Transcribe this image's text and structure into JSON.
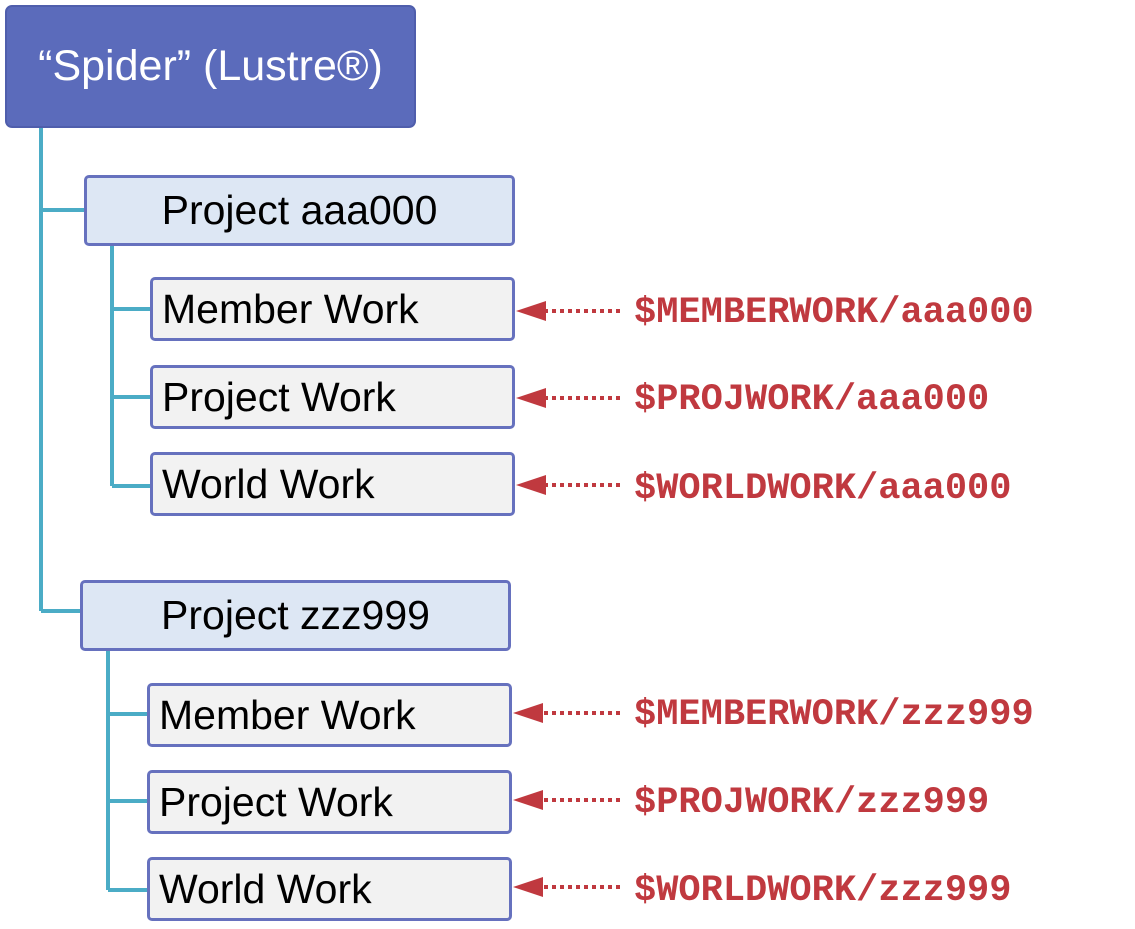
{
  "root": {
    "label": "“Spider” (Lustre®)"
  },
  "projects": [
    {
      "label": "Project aaa000",
      "areas": [
        {
          "label": "Member Work",
          "env": "$MEMBERWORK/aaa000"
        },
        {
          "label": "Project Work",
          "env": "$PROJWORK/aaa000"
        },
        {
          "label": "World Work",
          "env": "$WORLDWORK/aaa000"
        }
      ]
    },
    {
      "label": "Project zzz999",
      "areas": [
        {
          "label": "Member Work",
          "env": "$MEMBERWORK/zzz999"
        },
        {
          "label": "Project Work",
          "env": "$PROJWORK/zzz999"
        },
        {
          "label": "World Work",
          "env": "$WORLDWORK/zzz999"
        }
      ]
    }
  ],
  "colors": {
    "root_fill": "#5b6bbb",
    "project_fill": "#dde7f4",
    "area_fill": "#f2f2f2",
    "box_border": "#6671be",
    "connector": "#4bacc6",
    "env_text": "#c0393f"
  }
}
